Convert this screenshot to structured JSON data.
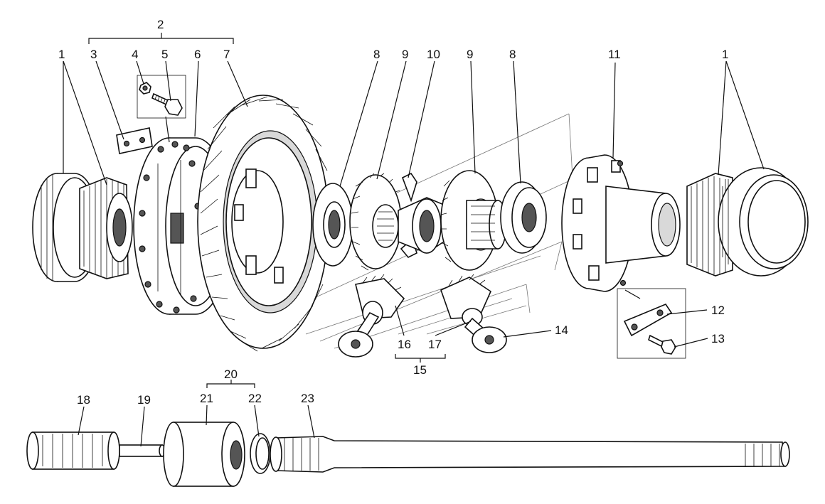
{
  "diagram": {
    "callouts": [
      {
        "id": "c1a",
        "text": "1"
      },
      {
        "id": "c2",
        "text": "2"
      },
      {
        "id": "c3",
        "text": "3"
      },
      {
        "id": "c4",
        "text": "4"
      },
      {
        "id": "c5",
        "text": "5"
      },
      {
        "id": "c6",
        "text": "6"
      },
      {
        "id": "c7",
        "text": "7"
      },
      {
        "id": "c8a",
        "text": "8"
      },
      {
        "id": "c9a",
        "text": "9"
      },
      {
        "id": "c10",
        "text": "10"
      },
      {
        "id": "c9b",
        "text": "9"
      },
      {
        "id": "c8b",
        "text": "8"
      },
      {
        "id": "c11",
        "text": "11"
      },
      {
        "id": "c1b",
        "text": "1"
      },
      {
        "id": "c12",
        "text": "12"
      },
      {
        "id": "c13",
        "text": "13"
      },
      {
        "id": "c14",
        "text": "14"
      },
      {
        "id": "c15",
        "text": "15"
      },
      {
        "id": "c16",
        "text": "16"
      },
      {
        "id": "c17",
        "text": "17"
      },
      {
        "id": "c18",
        "text": "18"
      },
      {
        "id": "c19",
        "text": "19"
      },
      {
        "id": "c20",
        "text": "20"
      },
      {
        "id": "c21",
        "text": "21"
      },
      {
        "id": "c22",
        "text": "22"
      },
      {
        "id": "c23",
        "text": "23"
      }
    ]
  }
}
